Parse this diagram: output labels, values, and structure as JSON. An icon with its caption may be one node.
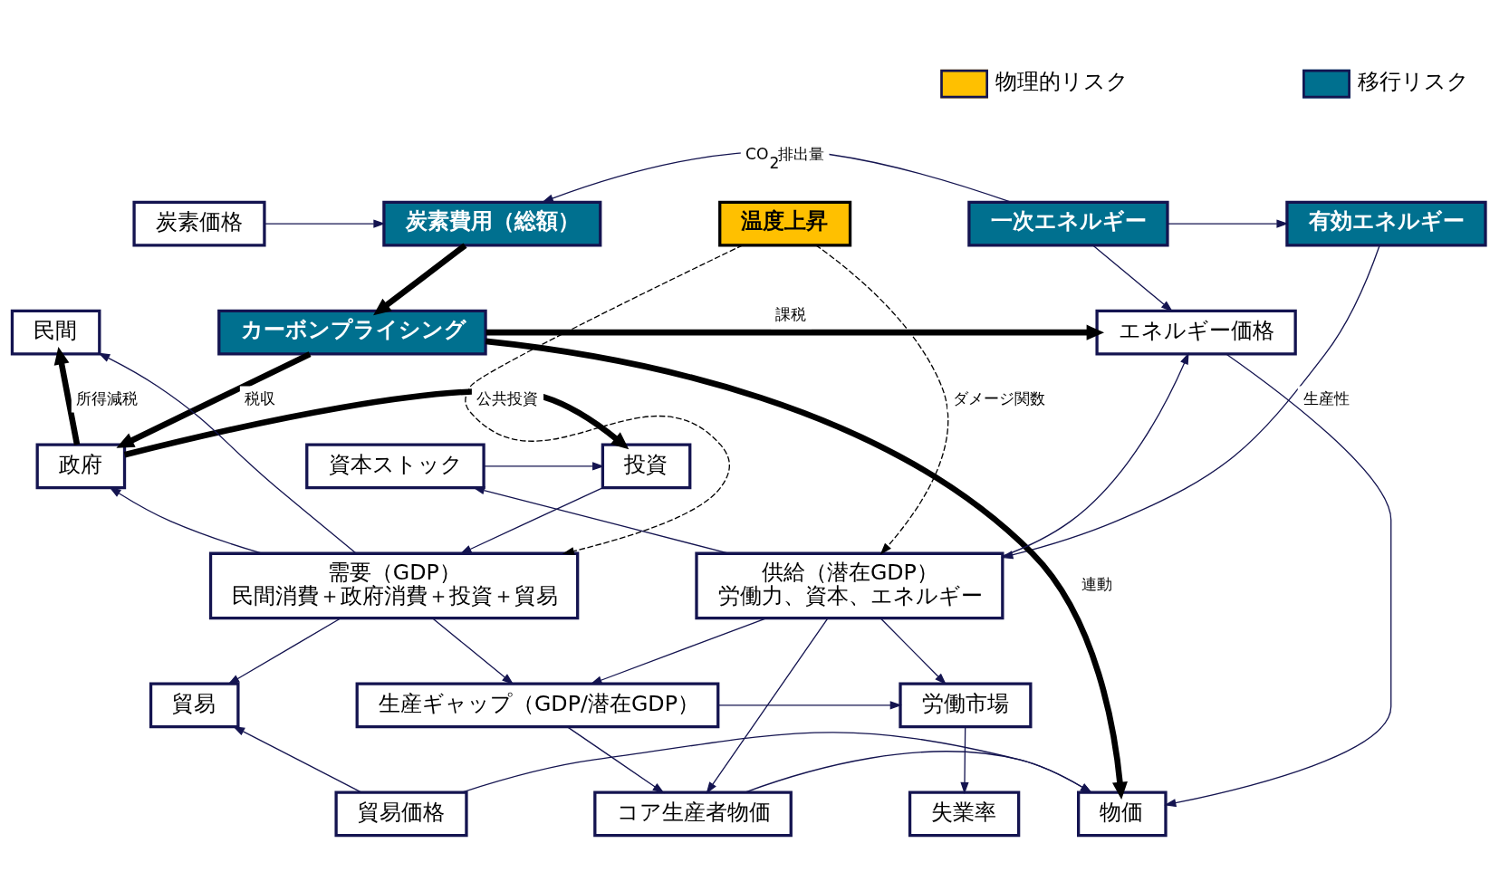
{
  "diagram": {
    "nodes": [
      {
        "text": [
          "炭素価格"
        ]
      },
      {
        "text": [
          "炭素費用（総額）"
        ]
      },
      {
        "text": [
          "温度上昇"
        ]
      },
      {
        "text": [
          "一次エネルギー"
        ]
      },
      {
        "text": [
          "有効エネルギー"
        ]
      },
      {
        "text": [
          "民間"
        ]
      },
      {
        "text": [
          "カーボンプライシング"
        ]
      },
      {
        "text": [
          "エネルギー価格"
        ]
      },
      {
        "text": [
          "政府"
        ]
      },
      {
        "text": [
          "投資"
        ]
      },
      {
        "text": [
          "資本ストック"
        ]
      },
      {
        "text": [
          "需要（GDP）",
          "民間消費＋政府消費＋投資＋貿易"
        ]
      },
      {
        "text": [
          "供給（潜在GDP）",
          "労働力、資本、エネルギー"
        ]
      },
      {
        "text": [
          "貿易"
        ]
      },
      {
        "text": [
          "生産ギャップ（GDP/潜在GDP）"
        ]
      },
      {
        "text": [
          "労働市場"
        ]
      },
      {
        "text": [
          "貿易価格"
        ]
      },
      {
        "text": [
          "物価"
        ]
      },
      {
        "text": [
          "コア生産者物価"
        ]
      },
      {
        "text": [
          "失業率"
        ]
      }
    ],
    "edges": [
      {
        "from": 3,
        "to": 1,
        "arrow": "to",
        "label": "CO$_{2}$排出量"
      },
      {
        "from": 0,
        "to": 1,
        "arrow": "to"
      },
      {
        "from": 3,
        "to": 4,
        "arrow": "to"
      },
      {
        "from": 1,
        "to": 6,
        "arrow": "to",
        "style": "thick",
        "color": "#000000"
      },
      {
        "from": 3,
        "to": 7,
        "arrow": "to"
      },
      {
        "from": 4,
        "to": 12,
        "arrow": "to",
        "label": "生産性"
      },
      {
        "from": 6,
        "to": 7,
        "arrow": "to",
        "label": "課税",
        "style": "thick",
        "color": "#000000"
      },
      {
        "from": 6,
        "to": 8,
        "arrow": "to",
        "label": "税収",
        "style": "thick",
        "color": "#000000"
      },
      {
        "from": 8,
        "to": 5,
        "arrow": "to",
        "label": "所得減税",
        "style": "thick",
        "color": "#000000"
      },
      {
        "from": 8,
        "to": 9,
        "arrow": "to",
        "label": "公共投資",
        "style": "thick",
        "color": "#000000"
      },
      {
        "from": 6,
        "to": 17,
        "arrow": "to",
        "label": "連動",
        "style": "thick",
        "color": "#000000"
      },
      {
        "from": 10,
        "to": 9,
        "arrow": "to"
      },
      {
        "from": 9,
        "to": 11,
        "arrow": "to"
      },
      {
        "from": 11,
        "to": 8,
        "arrow": "to"
      },
      {
        "from": 11,
        "to": 5,
        "arrow": "to"
      },
      {
        "from": 2,
        "to": 11,
        "arrow": "to",
        "style": "dashed",
        "color": "#000000"
      },
      {
        "from": 2,
        "to": 12,
        "arrow": "to",
        "label": "ダメージ関数",
        "style": "dashed",
        "color": "#000000"
      },
      {
        "from": 12,
        "to": 10,
        "arrow": "to"
      },
      {
        "from": 12,
        "to": 7,
        "arrow": "to"
      },
      {
        "from": 7,
        "to": 17,
        "arrow": "to"
      },
      {
        "from": 11,
        "to": 13,
        "arrow": "to"
      },
      {
        "from": 11,
        "to": 14,
        "arrow": "to"
      },
      {
        "from": 12,
        "to": 14,
        "arrow": "to"
      },
      {
        "from": 12,
        "to": 18,
        "arrow": "to"
      },
      {
        "from": 12,
        "to": 15,
        "arrow": "to"
      },
      {
        "from": 14,
        "to": 15,
        "arrow": "to"
      },
      {
        "from": 14,
        "to": 18,
        "arrow": "to"
      },
      {
        "from": 15,
        "to": 19,
        "arrow": "to"
      },
      {
        "from": 16,
        "to": 13,
        "arrow": "to"
      },
      {
        "from": 16,
        "to": 17,
        "arrow": "to"
      },
      {
        "from": 18,
        "to": 17,
        "arrow": "to"
      }
    ],
    "legend": [
      {
        "text": "物理的リスク",
        "color": "#ffc000"
      },
      {
        "text": "移行リスク",
        "color": "#00708f"
      }
    ]
  }
}
